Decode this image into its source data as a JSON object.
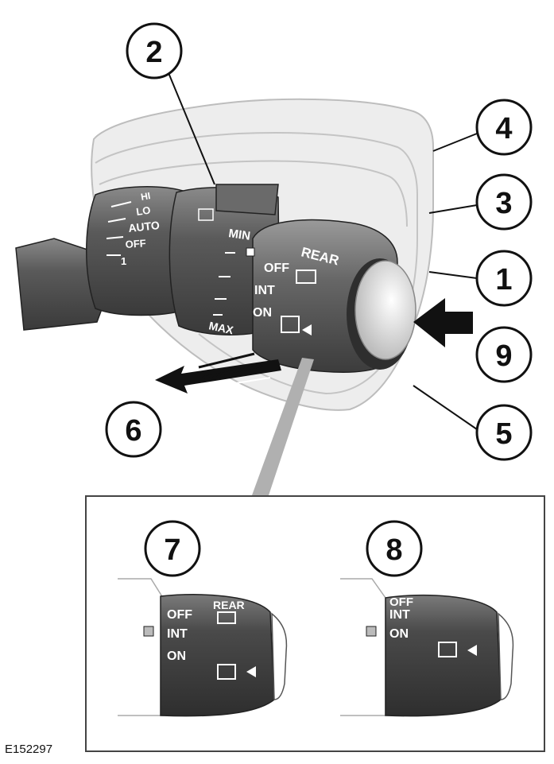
{
  "callouts": [
    "1",
    "2",
    "3",
    "4",
    "5",
    "6",
    "7",
    "8",
    "9"
  ],
  "left_ring_labels": [
    "HI",
    "LO",
    "AUTO",
    "OFF",
    "1"
  ],
  "middle_ring_labels": [
    "MIN",
    "MAX"
  ],
  "end_collar": {
    "top_label": "REAR",
    "positions": [
      "OFF",
      "INT",
      "ON"
    ]
  },
  "inset_7": {
    "top_label": "REAR",
    "positions": [
      "OFF",
      "INT",
      "ON"
    ]
  },
  "inset_8": {
    "positions": [
      "OFF",
      "INT",
      "ON"
    ]
  },
  "figure_code": "E152297",
  "colors": {
    "stalk_dark": "#4a4a4a",
    "stalk_mid": "#6b6b6b",
    "outline_bg": "#e8e8e8",
    "line": "#111111"
  }
}
